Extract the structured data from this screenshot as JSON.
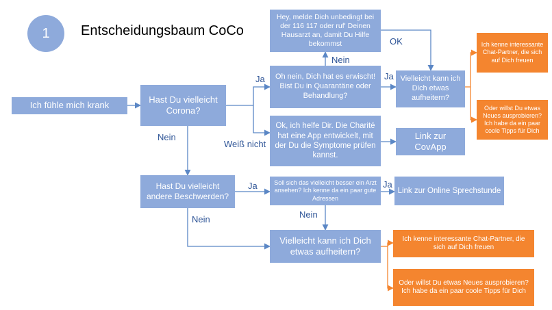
{
  "header": {
    "step_number": "1",
    "title": "Entscheidungsbaum CoCo"
  },
  "nodes": {
    "start": "Ich fühle mich krank",
    "q_corona": "Hast Du vielleicht Corona?",
    "q_infected": "Oh nein, Dich hat es erwischt! Bist Du in Quarantäne oder Behandlung?",
    "call_hotline": "Hey, melde Dich unbedingt bei der 116 117 oder ruf' Deinen Hausarzt an, damit Du Hilfe bekommst",
    "cheer_up_top": "Vielleicht kann ich Dich etwas aufheitern?",
    "chat_partner_top": "Ich kenne interessante Chat-Partner, die sich auf Dich freuen",
    "tips_top": "Oder willst Du etwas Neues ausprobieren? Ich habe da ein paar coole Tipps für Dich",
    "charite_app": "Ok, ich helfe Dir. Die Charité hat eine App entwickelt, mit der Du die Symptome prüfen kannst.",
    "covapp_link": "Link zur CovApp",
    "q_other": "Hast Du vielleicht andere Beschwerden?",
    "q_doctor": "Soll sich das vielleicht besser ein Arzt ansehen? Ich kenne da ein paar gute Adressen",
    "online_consult": "Link zur Online Sprechstunde",
    "cheer_up_bottom": "Vielleicht kann ich Dich etwas aufheitern?",
    "chat_partner_bottom": "Ich kenne interessante Chat-Partner, die sich auf Dich freuen",
    "tips_bottom": "Oder willst Du etwas Neues ausprobieren? Ich habe da ein paar coole Tipps für Dich"
  },
  "edge_labels": {
    "ja_infected": "Ja",
    "nein_hotline": "Nein",
    "ok": "OK",
    "ja_cheer": "Ja",
    "weiss_nicht": "Weiß nicht",
    "nein_other": "Nein",
    "ja_doctor": "Ja",
    "ja_online": "Ja",
    "nein_doctor": "Nein",
    "nein_cheer": "Nein"
  },
  "colors": {
    "node_blue": "#8eaadb",
    "node_orange": "#f4852f",
    "connector_blue": "#5b87c5",
    "label_blue": "#2f5597"
  }
}
